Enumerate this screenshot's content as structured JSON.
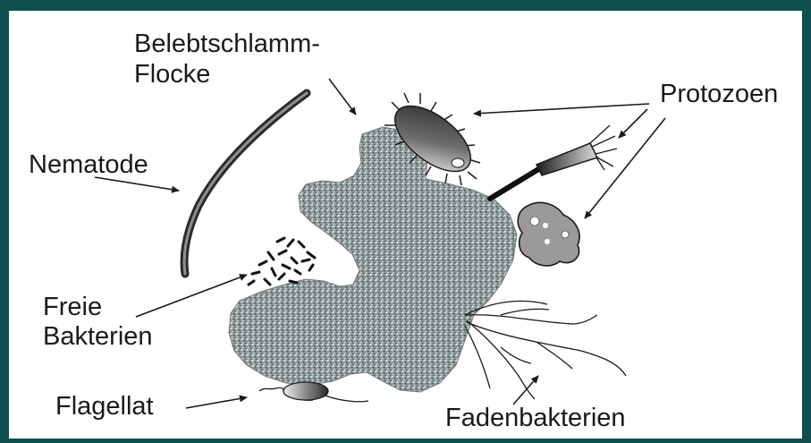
{
  "colors": {
    "frame": "#0f4f4f",
    "background": "#ffffff",
    "floc": "#8a9494",
    "ink": "#1a1a1a"
  },
  "labels": {
    "floc_line1": "Belebtschlamm-",
    "floc_line2": "Flocke",
    "protozoa": "Protozoen",
    "nematode": "Nematode",
    "free_bacteria_line1": "Freie",
    "free_bacteria_line2": "Bakterien",
    "flagellate": "Flagellat",
    "filamentous_bacteria": "Fadenbakterien"
  }
}
